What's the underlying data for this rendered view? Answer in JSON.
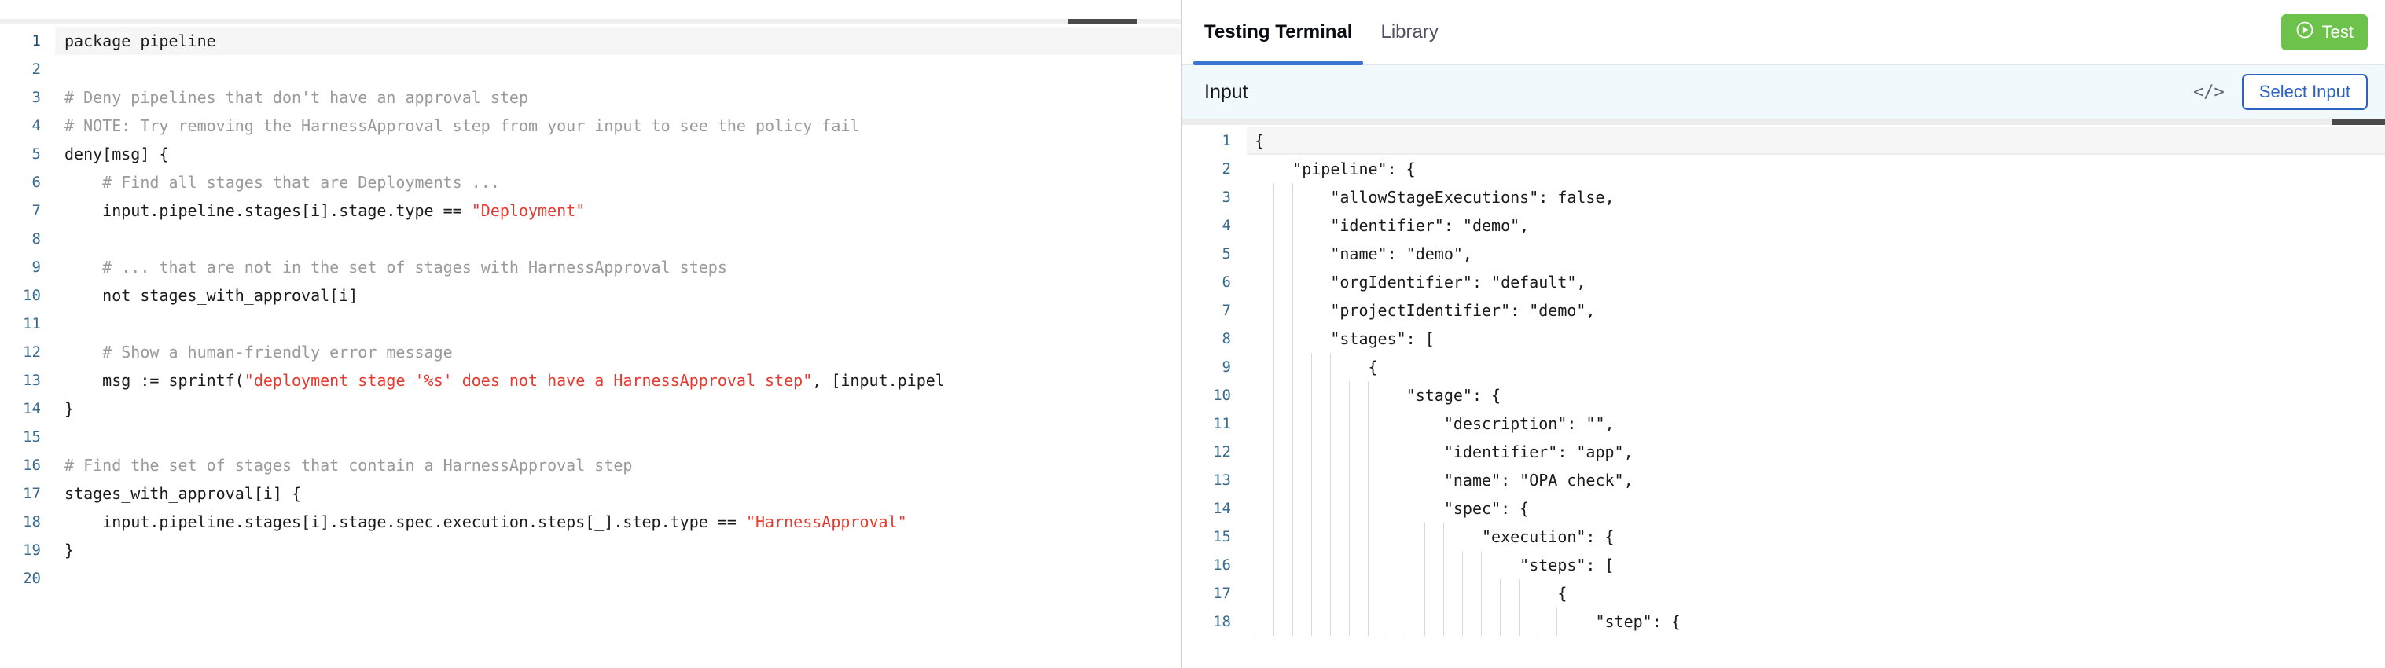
{
  "editor": {
    "language": "rego",
    "collapse_handle_name": "collapse-handle",
    "lines": [
      {
        "n": "1",
        "indent_guide": false,
        "tokens": [
          {
            "t": "plain",
            "s": "package pipeline"
          }
        ]
      },
      {
        "n": "2",
        "indent_guide": false,
        "tokens": [
          {
            "t": "plain",
            "s": ""
          }
        ]
      },
      {
        "n": "3",
        "indent_guide": false,
        "tokens": [
          {
            "t": "comment",
            "s": "# Deny pipelines that don't have an approval step"
          }
        ]
      },
      {
        "n": "4",
        "indent_guide": false,
        "tokens": [
          {
            "t": "comment",
            "s": "# NOTE: Try removing the HarnessApproval step from your input to see the policy fail"
          }
        ]
      },
      {
        "n": "5",
        "indent_guide": false,
        "tokens": [
          {
            "t": "plain",
            "s": "deny[msg] {"
          }
        ]
      },
      {
        "n": "6",
        "indent_guide": true,
        "tokens": [
          {
            "t": "comment",
            "s": "    # Find all stages that are Deployments ..."
          }
        ]
      },
      {
        "n": "7",
        "indent_guide": true,
        "tokens": [
          {
            "t": "plain",
            "s": "    input.pipeline.stages[i].stage.type == "
          },
          {
            "t": "string",
            "s": "\"Deployment\""
          }
        ]
      },
      {
        "n": "8",
        "indent_guide": true,
        "tokens": [
          {
            "t": "plain",
            "s": ""
          }
        ]
      },
      {
        "n": "9",
        "indent_guide": true,
        "tokens": [
          {
            "t": "comment",
            "s": "    # ... that are not in the set of stages with HarnessApproval steps"
          }
        ]
      },
      {
        "n": "10",
        "indent_guide": true,
        "tokens": [
          {
            "t": "plain",
            "s": "    not stages_with_approval[i]"
          }
        ]
      },
      {
        "n": "11",
        "indent_guide": true,
        "tokens": [
          {
            "t": "plain",
            "s": ""
          }
        ]
      },
      {
        "n": "12",
        "indent_guide": true,
        "tokens": [
          {
            "t": "comment",
            "s": "    # Show a human-friendly error message"
          }
        ]
      },
      {
        "n": "13",
        "indent_guide": true,
        "tokens": [
          {
            "t": "plain",
            "s": "    msg := sprintf("
          },
          {
            "t": "string",
            "s": "\"deployment stage '%s' does not have a HarnessApproval step\""
          },
          {
            "t": "plain",
            "s": ", [input.pipel"
          }
        ]
      },
      {
        "n": "14",
        "indent_guide": false,
        "tokens": [
          {
            "t": "plain",
            "s": "}"
          }
        ]
      },
      {
        "n": "15",
        "indent_guide": false,
        "tokens": [
          {
            "t": "plain",
            "s": ""
          }
        ]
      },
      {
        "n": "16",
        "indent_guide": false,
        "tokens": [
          {
            "t": "comment",
            "s": "# Find the set of stages that contain a HarnessApproval step"
          }
        ]
      },
      {
        "n": "17",
        "indent_guide": false,
        "tokens": [
          {
            "t": "plain",
            "s": "stages_with_approval[i] {"
          }
        ]
      },
      {
        "n": "18",
        "indent_guide": true,
        "tokens": [
          {
            "t": "plain",
            "s": "    input.pipeline.stages[i].stage.spec.execution.steps[_].step.type == "
          },
          {
            "t": "string",
            "s": "\"HarnessApproval\""
          }
        ]
      },
      {
        "n": "19",
        "indent_guide": false,
        "tokens": [
          {
            "t": "plain",
            "s": "}"
          }
        ]
      },
      {
        "n": "20",
        "indent_guide": false,
        "tokens": [
          {
            "t": "plain",
            "s": ""
          }
        ]
      }
    ]
  },
  "terminal": {
    "tabs": [
      {
        "label": "Testing Terminal",
        "active": true
      },
      {
        "label": "Library",
        "active": false
      }
    ],
    "test_button": {
      "label": "Test",
      "icon": "play-circle-icon",
      "color": "#6cc24a"
    },
    "input_bar": {
      "title": "Input",
      "code_toggle_icon": "</>",
      "select_input_label": "Select Input",
      "accent_color": "#2b62c4",
      "background_color": "#f2f9fd"
    },
    "json_lines": [
      {
        "n": "1",
        "guides": 0,
        "text": "{"
      },
      {
        "n": "2",
        "guides": 1,
        "text": "    \"pipeline\": {"
      },
      {
        "n": "3",
        "guides": 3,
        "text": "        \"allowStageExecutions\": false,"
      },
      {
        "n": "4",
        "guides": 3,
        "text": "        \"identifier\": \"demo\","
      },
      {
        "n": "5",
        "guides": 3,
        "text": "        \"name\": \"demo\","
      },
      {
        "n": "6",
        "guides": 3,
        "text": "        \"orgIdentifier\": \"default\","
      },
      {
        "n": "7",
        "guides": 3,
        "text": "        \"projectIdentifier\": \"demo\","
      },
      {
        "n": "8",
        "guides": 3,
        "text": "        \"stages\": ["
      },
      {
        "n": "9",
        "guides": 5,
        "text": "            {"
      },
      {
        "n": "10",
        "guides": 7,
        "text": "                \"stage\": {"
      },
      {
        "n": "11",
        "guides": 9,
        "text": "                    \"description\": \"\","
      },
      {
        "n": "12",
        "guides": 9,
        "text": "                    \"identifier\": \"app\","
      },
      {
        "n": "13",
        "guides": 9,
        "text": "                    \"name\": \"OPA check\","
      },
      {
        "n": "14",
        "guides": 9,
        "text": "                    \"spec\": {"
      },
      {
        "n": "15",
        "guides": 11,
        "text": "                        \"execution\": {"
      },
      {
        "n": "16",
        "guides": 13,
        "text": "                            \"steps\": ["
      },
      {
        "n": "17",
        "guides": 15,
        "text": "                                {"
      },
      {
        "n": "18",
        "guides": 17,
        "text": "                                    \"step\": {"
      }
    ]
  }
}
